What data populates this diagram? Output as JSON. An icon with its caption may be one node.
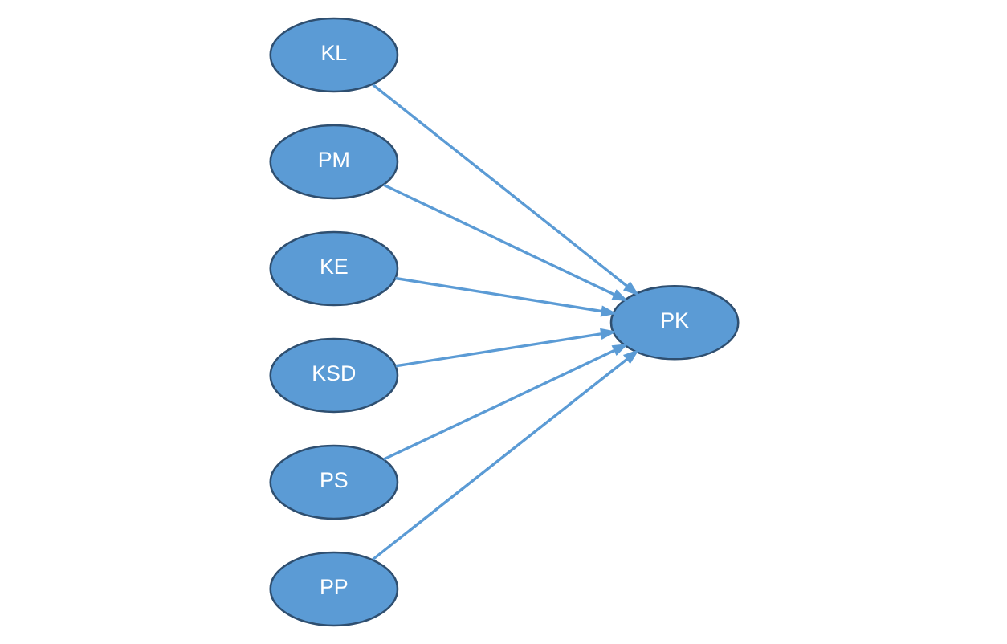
{
  "diagram": {
    "nodes": [
      {
        "text": [
          "KL"
        ]
      },
      {
        "text": [
          "PM"
        ]
      },
      {
        "text": [
          "KE"
        ]
      },
      {
        "text": [
          "PK"
        ]
      },
      {
        "text": [
          "KSD"
        ]
      },
      {
        "text": [
          "PS"
        ]
      },
      {
        "text": [
          "PP"
        ]
      }
    ],
    "edges": [
      {
        "from": 0,
        "to": 3,
        "arrow": "to"
      },
      {
        "from": 1,
        "to": 3,
        "arrow": "to"
      },
      {
        "from": 2,
        "to": 3,
        "arrow": "to"
      },
      {
        "from": 4,
        "to": 3,
        "arrow": "to"
      },
      {
        "from": 5,
        "to": 3,
        "arrow": "to"
      },
      {
        "from": 6,
        "to": 3,
        "arrow": "to"
      }
    ]
  }
}
